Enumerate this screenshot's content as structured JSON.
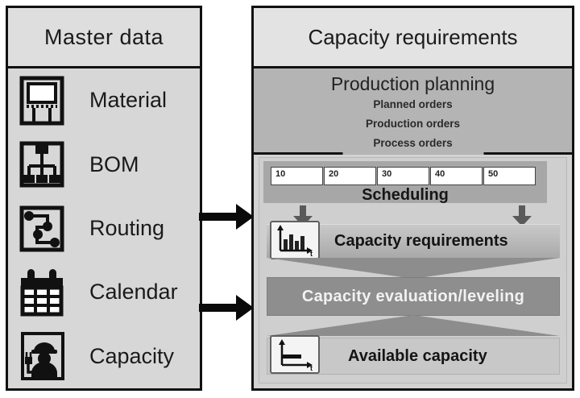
{
  "left_panel": {
    "title": "Master data",
    "items": [
      {
        "label": "Material",
        "icon": "flipchart-icon"
      },
      {
        "label": "BOM",
        "icon": "bom-tree-icon"
      },
      {
        "label": "Routing",
        "icon": "routing-icon"
      },
      {
        "label": "Calendar",
        "icon": "calendar-icon"
      },
      {
        "label": "Capacity",
        "icon": "worker-icon"
      }
    ]
  },
  "right_panel": {
    "title": "Capacity requirements",
    "production_planning": {
      "title": "Production planning",
      "items": [
        "Planned orders",
        "Production orders",
        "Process orders"
      ]
    },
    "scheduling": {
      "label": "Scheduling",
      "timeline_values": [
        "10",
        "20",
        "30",
        "40",
        "50"
      ]
    },
    "capacity_requirements": {
      "label": "Capacity requirements",
      "icon": "bar-chart-icon"
    },
    "evaluation": {
      "label": "Capacity evaluation/leveling"
    },
    "available": {
      "label": "Available capacity",
      "icon": "time-axis-icon"
    }
  },
  "chips": {
    "time_axis_label": "t"
  },
  "colors": {
    "left-header": "#dedede",
    "left-body": "#d7d7d7",
    "right-header": "#e3e3e3",
    "pp-bg": "#b4b4b4",
    "flow-bg": "#d2d2d2",
    "flow-inner": "#cfcfcf",
    "sched-band": "#a7a7a7",
    "eval-bar": "#8e8e8e",
    "avail-bar": "#c8c8c8",
    "funnel": "#8d8d8d",
    "down-arrow": "#5a5a5a",
    "connector-arrow": "#0a0a0a"
  }
}
